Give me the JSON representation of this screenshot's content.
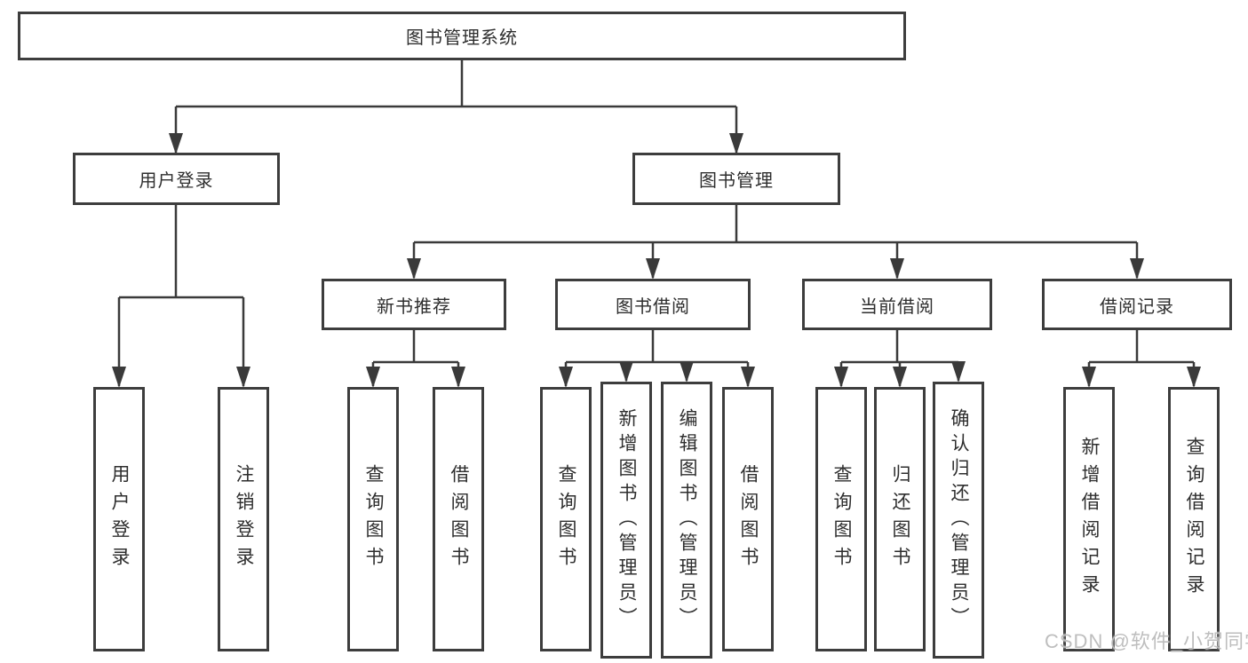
{
  "diagram": {
    "type": "hierarchy-tree",
    "root": {
      "label": "图书管理系统"
    },
    "level2": {
      "user_login": {
        "label": "用户登录"
      },
      "book_management": {
        "label": "图书管理"
      }
    },
    "level3": {
      "new_book_recommendation": {
        "label": "新书推荐"
      },
      "book_borrowing": {
        "label": "图书借阅"
      },
      "current_borrowing": {
        "label": "当前借阅"
      },
      "borrowing_records": {
        "label": "借阅记录"
      }
    },
    "children": {
      "user_login": [
        {
          "label": "用户登录"
        },
        {
          "label": "注销登录"
        }
      ],
      "new_book_recommendation": [
        {
          "label": "查询图书"
        },
        {
          "label": "借阅图书"
        }
      ],
      "book_borrowing": [
        {
          "label": "查询图书"
        },
        {
          "label": "新增图书（管理员）"
        },
        {
          "label": "编辑图书（管理员）"
        },
        {
          "label": "借阅图书"
        }
      ],
      "current_borrowing": [
        {
          "label": "查询图书"
        },
        {
          "label": "归还图书"
        },
        {
          "label": "确认归还（管理员）"
        }
      ],
      "borrowing_records": [
        {
          "label": "新增借阅记录"
        },
        {
          "label": "查询借阅记录"
        }
      ]
    },
    "colors": {
      "line": "#3a3a3a",
      "border": "#3d3d3d",
      "text": "#2e2e2e",
      "background": "#ffffff",
      "watermark": "#bbbbbb"
    }
  },
  "watermark": "CSDN @软件_小贺同学"
}
